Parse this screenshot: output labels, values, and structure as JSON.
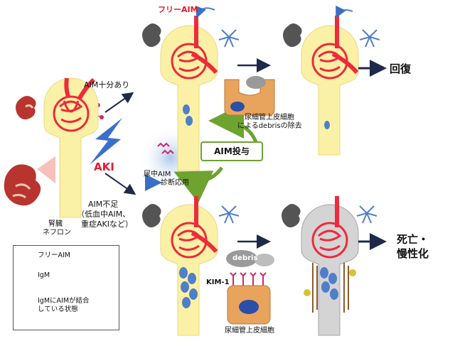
{
  "labels": {
    "free_aim_top": "フリーAIM",
    "aim_sufficient": "AIM十分あり",
    "aki": "AKI",
    "aim_insufficient": "AIM不足",
    "aim_insufficient_detail1": "（低血中AIM、",
    "aim_insufficient_detail2": "重症AKIなど）",
    "kidney_nephron1": "腎臓",
    "kidney_nephron2": "ネフロン",
    "urinary_aim": "尿中AIM",
    "diagnosis_use": "診断応用",
    "aim_administration": "AIM投与",
    "debris_removal1": "尿細管上皮細胞",
    "debris_removal2": "によるdebrisの除去",
    "recovery": "回復",
    "death_chronic1": "死亡・",
    "death_chronic2": "慢性化",
    "debris": "debris",
    "kim1": "KIM-1",
    "tubular_epithelial": "尿細管上皮細胞"
  },
  "legend": {
    "items": [
      {
        "label": "フリーAIM",
        "icon": "free-aim-icon"
      },
      {
        "label": "IgM",
        "icon": "igm-icon"
      },
      {
        "label": "IgMにAIMが結合",
        "label2": "している状態",
        "icon": "igm-aim-complex-icon"
      }
    ]
  },
  "colors": {
    "nephron": "#fbf1a6",
    "nephron_dark": "#e9d97a",
    "vessel": "#ee2a3b",
    "aim": "#d6256c",
    "igm": "#4f7fc8",
    "cell": "#e8a45c",
    "nucleus": "#2a4fa8",
    "debris": "#9a9a9a",
    "tubule_damaged": "#d4d4d4",
    "arrow_dark": "#1f2a4a",
    "arrow_green": "#6ea330"
  }
}
